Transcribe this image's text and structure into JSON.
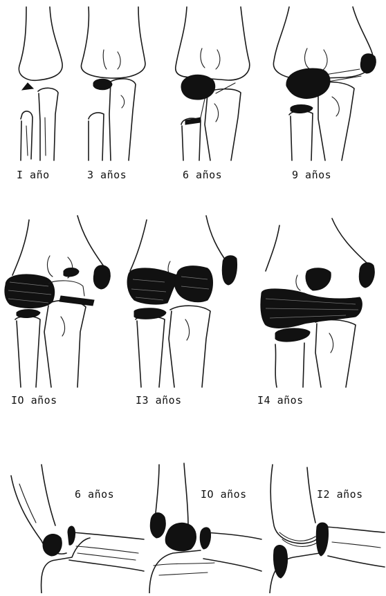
{
  "labels": {
    "row1": [
      "I año",
      "3 años",
      "6 años",
      "9 años"
    ],
    "row2": [
      "IO años",
      "I3 años",
      "I4 años"
    ],
    "row3": [
      "6 años",
      "IO años",
      "I2 años"
    ]
  },
  "colors": {
    "ink": "#111111",
    "background": "#ffffff"
  }
}
